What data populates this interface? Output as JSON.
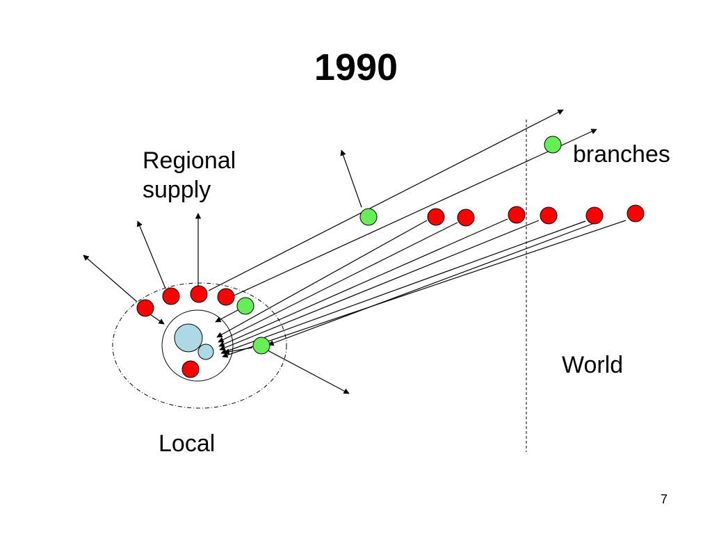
{
  "slide": {
    "title": "1990",
    "page_number": "7"
  },
  "labels": {
    "regional_line1": "Regional",
    "regional_line2": "supply",
    "branches": "branches",
    "world": "World",
    "local": "Local"
  },
  "colors": {
    "red_node": "#ff0000",
    "green_node": "#66ee55",
    "local_firm": "#add8e6",
    "stroke": "#000000"
  }
}
